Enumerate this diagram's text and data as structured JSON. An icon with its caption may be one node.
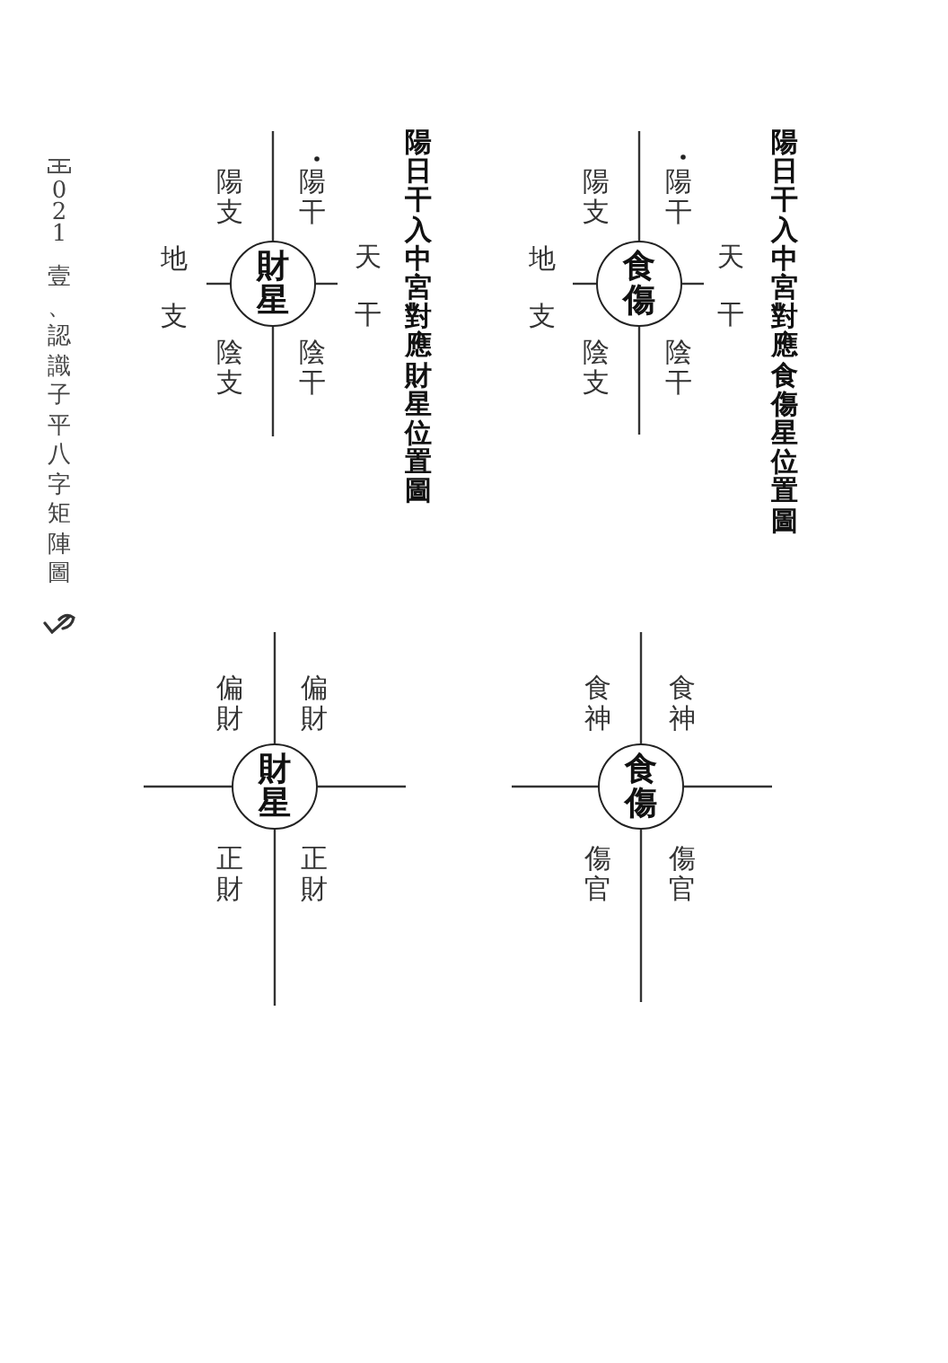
{
  "diagram": {
    "nodes": [
      {
        "text": [
          "食傷"
        ]
      },
      {
        "text": [
          "財星"
        ]
      },
      {
        "text": [
          "食傷"
        ]
      },
      {
        "text": [
          "財星"
        ]
      }
    ],
    "labels": [
      "陽日干入中宮對應食傷星位置圖",
      "天干",
      "陽干",
      "陰干",
      "陽支",
      "陰支",
      "地支",
      "陽日干入中宮對應財星位置圖",
      "天干",
      "陽干",
      "陰干",
      "陽支",
      "陰支",
      "地支",
      "食神",
      "傷官",
      "食神",
      "傷官",
      "偏財",
      "正財",
      "偏財",
      "正財",
      "021",
      "壹、認識子平八字矩陣圖"
    ]
  }
}
